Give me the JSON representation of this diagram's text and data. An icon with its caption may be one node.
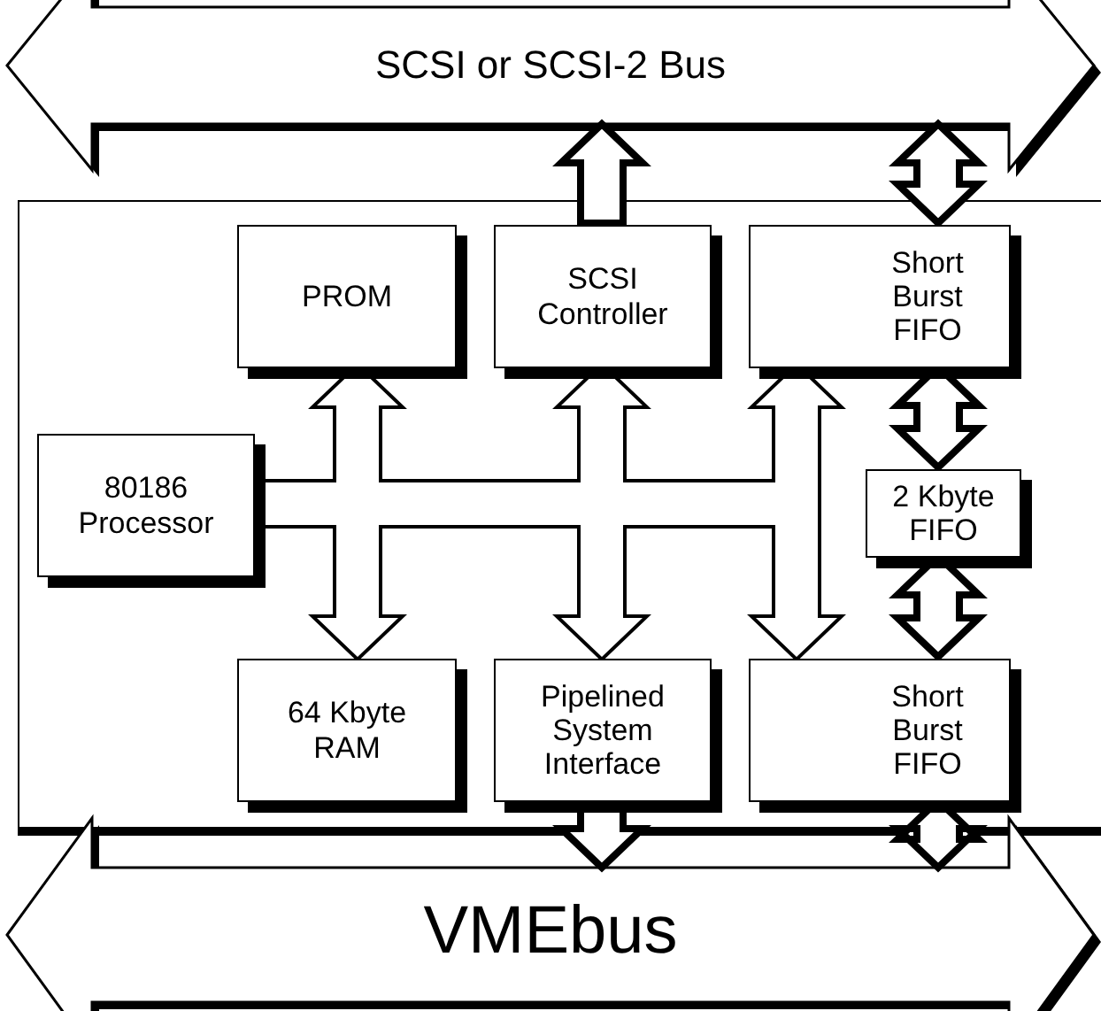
{
  "diagram": {
    "nodes": [
      {
        "text": [
          "SCSI or SCSI-2 Bus"
        ]
      },
      {
        "text": [],
        "shape": "box"
      },
      {
        "text": [
          "PROM"
        ],
        "in": 1
      },
      {
        "text": [
          "SCSI Controller"
        ],
        "in": 1
      },
      {
        "text": [
          "Short Burst FIFO"
        ],
        "in": 1
      },
      {
        "text": [
          "80186 Processor"
        ],
        "in": 1
      },
      {
        "text": [
          "2 Kbyte FIFO"
        ],
        "in": 1
      },
      {
        "text": [
          "64 Kbyte RAM"
        ],
        "in": 1
      },
      {
        "text": [
          "Pipelined System Interface"
        ],
        "in": 1
      },
      {
        "text": [
          "Short Burst FIFO"
        ],
        "in": 1
      },
      {
        "text": [
          "VMEbus"
        ]
      }
    ],
    "edges": [
      {
        "from": 3,
        "to": 0,
        "arrow": "to"
      },
      {
        "from": 4,
        "to": 0,
        "arrow": "both"
      },
      {
        "from": 5,
        "to": 2,
        "arrow": "to"
      },
      {
        "from": 5,
        "to": 7,
        "arrow": "to"
      },
      {
        "from": 5,
        "to": 3,
        "arrow": "to"
      },
      {
        "from": 5,
        "to": 8,
        "arrow": "to"
      },
      {
        "from": 5,
        "to": 4,
        "arrow": "to"
      },
      {
        "from": 5,
        "to": 9,
        "arrow": "to"
      },
      {
        "from": 4,
        "to": 6,
        "arrow": "both"
      },
      {
        "from": 6,
        "to": 9,
        "arrow": "both"
      },
      {
        "from": 8,
        "to": 10,
        "arrow": "to"
      },
      {
        "from": 9,
        "to": 10,
        "arrow": "both"
      }
    ]
  }
}
